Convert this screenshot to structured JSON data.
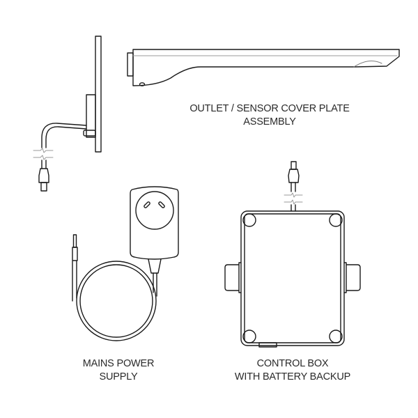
{
  "diagram": {
    "components": [
      {
        "id": "outlet-sensor",
        "label_line1": "OUTLET / SENSOR COVER PLATE",
        "label_line2": "ASSEMBLY"
      },
      {
        "id": "mains-power",
        "label_line1": "MAINS POWER",
        "label_line2": "SUPPLY"
      },
      {
        "id": "control-box",
        "label_line1": "CONTROL BOX",
        "label_line2": "WITH BATTERY BACKUP"
      }
    ],
    "colors": {
      "line": "#1a1a1a",
      "background": "#ffffff",
      "text": "#2a2a2a"
    }
  }
}
